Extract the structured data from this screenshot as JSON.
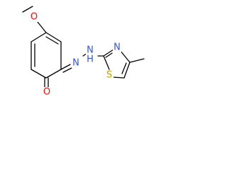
{
  "molecule": {
    "atoms": {
      "methoxy_o": {
        "text": "O",
        "color": "#ff0d0d"
      },
      "ketone_o": {
        "text": "O",
        "color": "#ff0d0d"
      },
      "azo_n1": {
        "text": "N",
        "color": "#3050f8"
      },
      "azo_n2": {
        "text": "N",
        "color": "#3050f8"
      },
      "hydrazone_nh": {
        "text": "H",
        "color": "#3050f8"
      },
      "thiazole_n": {
        "text": "N",
        "color": "#3050f8"
      },
      "thiazole_s": {
        "text": "S",
        "color": "#c8a000"
      }
    }
  }
}
